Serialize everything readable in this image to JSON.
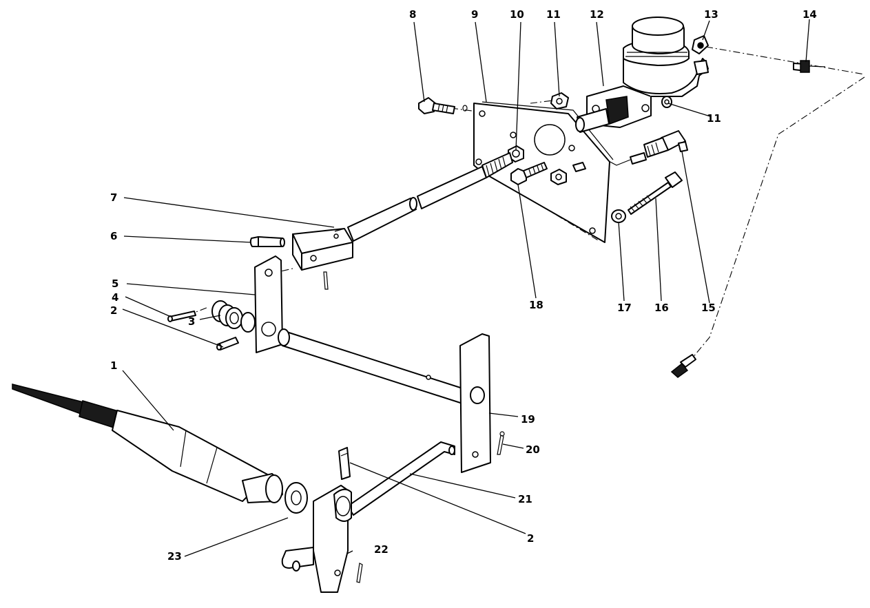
{
  "callouts": [
    {
      "id": "c1",
      "label": "1"
    },
    {
      "id": "c2a",
      "label": "2"
    },
    {
      "id": "c2b",
      "label": "2"
    },
    {
      "id": "c3",
      "label": "3"
    },
    {
      "id": "c4",
      "label": "4"
    },
    {
      "id": "c5",
      "label": "5"
    },
    {
      "id": "c6",
      "label": "6"
    },
    {
      "id": "c7",
      "label": "7"
    },
    {
      "id": "c8",
      "label": "8"
    },
    {
      "id": "c9",
      "label": "9"
    },
    {
      "id": "c10",
      "label": "10"
    },
    {
      "id": "c11a",
      "label": "11"
    },
    {
      "id": "c11b",
      "label": "11"
    },
    {
      "id": "c12",
      "label": "12"
    },
    {
      "id": "c13",
      "label": "13"
    },
    {
      "id": "c14",
      "label": "14"
    },
    {
      "id": "c15",
      "label": "15"
    },
    {
      "id": "c16",
      "label": "16"
    },
    {
      "id": "c17",
      "label": "17"
    },
    {
      "id": "c18",
      "label": "18"
    },
    {
      "id": "c19",
      "label": "19"
    },
    {
      "id": "c20",
      "label": "20"
    },
    {
      "id": "c21",
      "label": "21"
    },
    {
      "id": "c22",
      "label": "22"
    },
    {
      "id": "c23",
      "label": "23"
    }
  ]
}
